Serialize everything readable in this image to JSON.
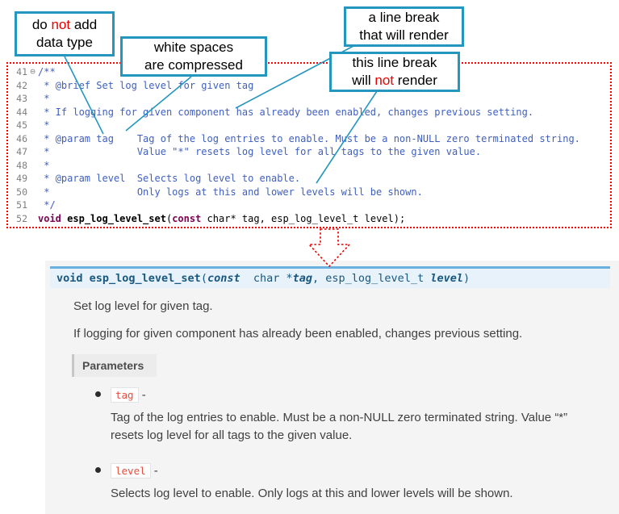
{
  "colors": {
    "callout_border_teal": "#2596be",
    "annotation_red": "#e60000",
    "code_block_dotted_border": "#ff0000",
    "comment_text": "#3F5FBF",
    "keyword_text": "#7F0055",
    "signature_bg": "#e7f2fa",
    "signature_top_border": "#6ab0de",
    "docs_panel_bg": "#f4f4f4",
    "literal_text": "#e74c3c"
  },
  "callouts": [
    {
      "name": "no-datatype",
      "segs": [
        {
          "t": "do "
        },
        {
          "t": "not",
          "red": true
        },
        {
          "t": " add"
        },
        {
          "br": true
        },
        {
          "t": "data type"
        }
      ]
    },
    {
      "name": "whitespace-compressed",
      "segs": [
        {
          "t": "white spaces"
        },
        {
          "br": true
        },
        {
          "t": "are compressed"
        }
      ]
    },
    {
      "name": "linebreak-renders",
      "segs": [
        {
          "t": "a line break"
        },
        {
          "br": true
        },
        {
          "t": "that will render"
        }
      ]
    },
    {
      "name": "linebreak-not-render",
      "segs": [
        {
          "t": "this line break"
        },
        {
          "br": true
        },
        {
          "t": "will "
        },
        {
          "t": "not",
          "red": true
        },
        {
          "t": " render"
        }
      ]
    }
  ],
  "code_editor": {
    "lines": [
      {
        "num": "41",
        "fold": "⊖",
        "segs": [
          {
            "c": "comment",
            "t": "/**"
          }
        ]
      },
      {
        "num": "42",
        "segs": [
          {
            "c": "comment",
            "t": " * @brief Set log level for given tag"
          }
        ]
      },
      {
        "num": "43",
        "segs": [
          {
            "c": "comment",
            "t": " *"
          }
        ]
      },
      {
        "num": "44",
        "segs": [
          {
            "c": "comment",
            "t": " * If logging for given component has already been enabled, changes previous setting."
          }
        ]
      },
      {
        "num": "45",
        "segs": [
          {
            "c": "comment",
            "t": " *"
          }
        ]
      },
      {
        "num": "46",
        "segs": [
          {
            "c": "comment",
            "t": " * @param tag    Tag of the log entries to enable. Must be a non-NULL zero terminated string."
          }
        ]
      },
      {
        "num": "47",
        "segs": [
          {
            "c": "comment",
            "t": " *               Value \"*\" resets log level for all tags to the given value."
          }
        ]
      },
      {
        "num": "48",
        "segs": [
          {
            "c": "comment",
            "t": " *"
          }
        ]
      },
      {
        "num": "49",
        "segs": [
          {
            "c": "comment",
            "t": " * @param level  Selects log level to enable."
          }
        ]
      },
      {
        "num": "50",
        "segs": [
          {
            "c": "comment",
            "t": " *               Only logs at this and lower levels will be shown."
          }
        ]
      },
      {
        "num": "51",
        "segs": [
          {
            "c": "comment",
            "t": " */"
          }
        ]
      },
      {
        "num": "52",
        "segs": [
          {
            "c": "keyword",
            "t": "void"
          },
          {
            "c": "plain",
            "t": " "
          },
          {
            "c": "function",
            "t": "esp_log_level_set"
          },
          {
            "c": "plain",
            "t": "("
          },
          {
            "c": "keyword",
            "t": "const"
          },
          {
            "c": "plain",
            "t": " char* tag, esp_log_level_t level);"
          }
        ]
      }
    ]
  },
  "docs": {
    "signature": [
      {
        "t": "void ",
        "b": true
      },
      {
        "t": "esp_log_level_set",
        "b": true
      },
      {
        "t": "("
      },
      {
        "t": "const",
        "b": true,
        "i": true
      },
      {
        "t": "  char *"
      },
      {
        "t": "tag",
        "b": true,
        "i": true
      },
      {
        "t": ", "
      },
      {
        "t": "esp_log_level_t "
      },
      {
        "t": "level",
        "b": true,
        "i": true
      },
      {
        "t": ")"
      }
    ],
    "brief": "Set log level for given tag.",
    "detail": "If logging for given component has already been enabled, changes previous setting.",
    "parameters_label": "Parameters",
    "params_dash": "-",
    "params": [
      {
        "name": "tag",
        "desc": "Tag of the log entries to enable. Must be a non-NULL zero terminated string. Value “*” resets log level for all tags to the given value."
      },
      {
        "name": "level",
        "desc": "Selects log level to enable. Only logs at this and lower levels will be shown."
      }
    ]
  }
}
